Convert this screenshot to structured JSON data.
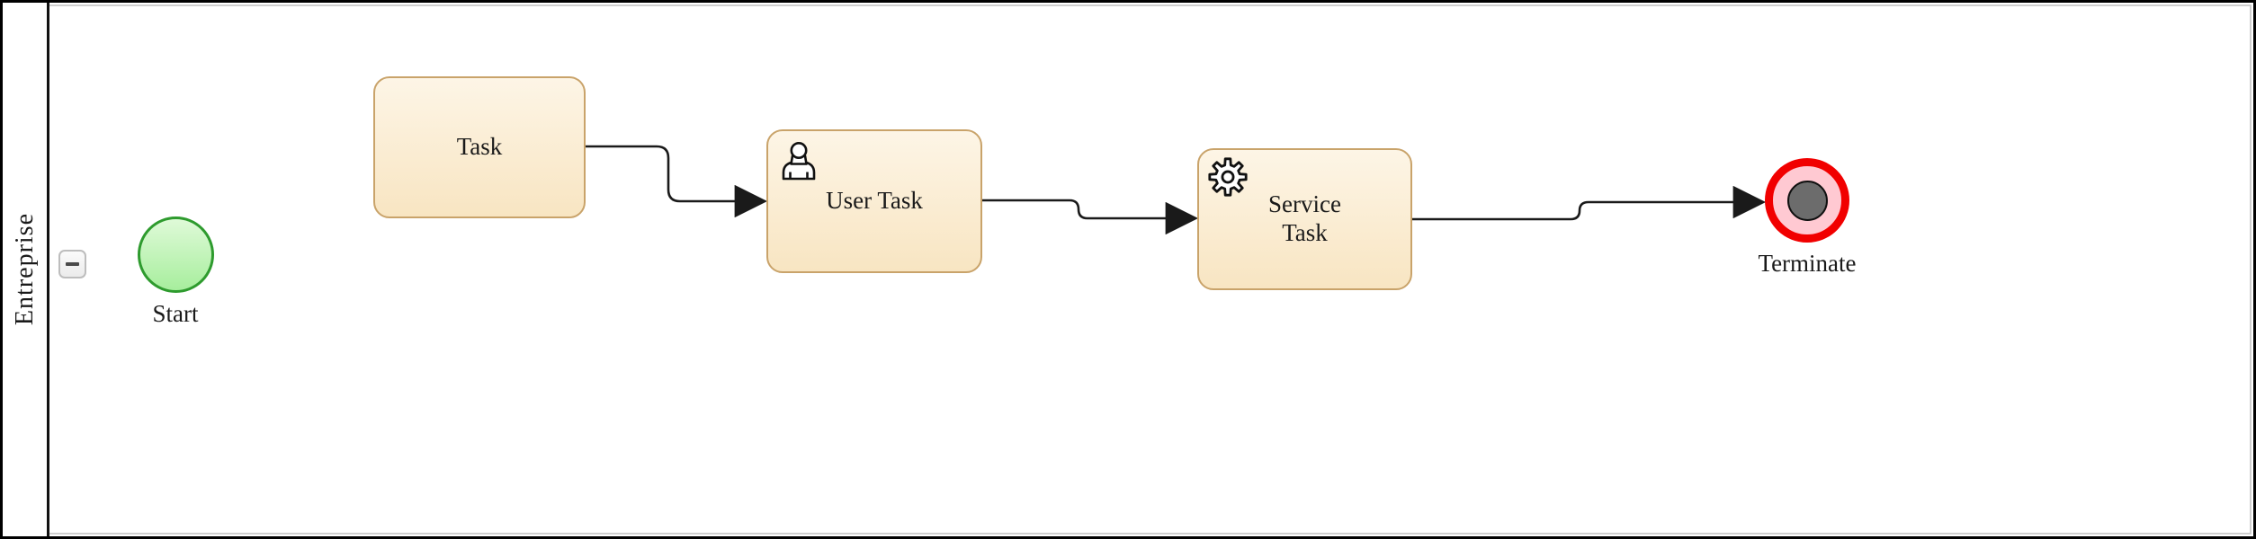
{
  "pool": {
    "name": "Entreprise",
    "collapse_icon": "minus-icon"
  },
  "nodes": {
    "start": {
      "type": "start-event",
      "label": "Start"
    },
    "task": {
      "type": "task",
      "label": "Task"
    },
    "user_task": {
      "type": "user-task",
      "icon": "user-icon",
      "label": "User Task"
    },
    "service_task": {
      "type": "service-task",
      "icon": "gear-icon",
      "label": "Service Task"
    },
    "terminate": {
      "type": "terminate-end-event",
      "label": "Terminate"
    }
  },
  "edges": [
    {
      "from": "Task",
      "to": "User Task"
    },
    {
      "from": "User Task",
      "to": "Service Task"
    },
    {
      "from": "Service Task",
      "to": "Terminate"
    }
  ],
  "colors": {
    "task_border": "#C9A36A",
    "task_fill_top": "#FDF5E6",
    "task_fill_bottom": "#F8E5C2",
    "start_border": "#2E9B2E",
    "start_fill_top": "#DFFAD8",
    "start_fill_bottom": "#A7EE9D",
    "terminate_ring": "#F10000",
    "terminate_fill": "#FFC9D2",
    "terminate_core": "#6C6C6C",
    "edge_stroke": "#1A1A1A"
  }
}
